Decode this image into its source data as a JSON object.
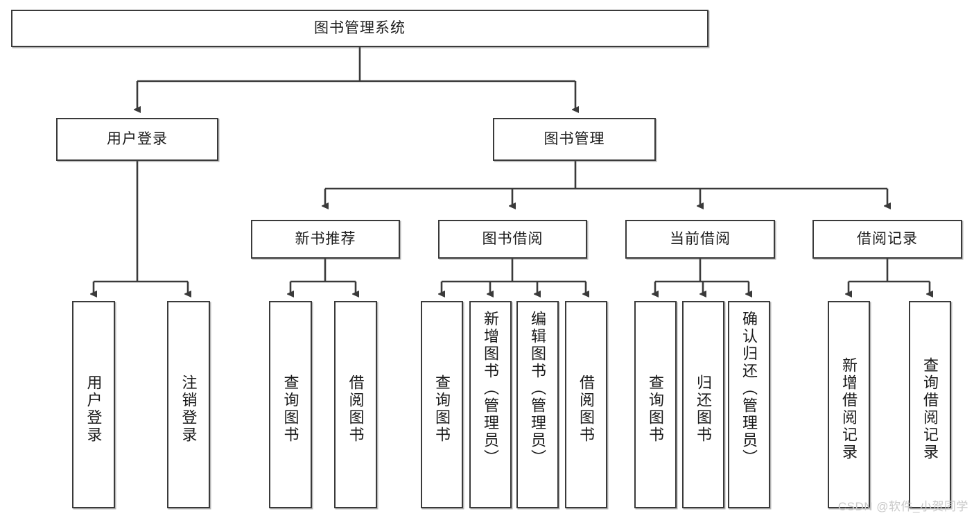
{
  "diagram": {
    "type": "tree",
    "title": "图书管理系统",
    "watermark": "CSDN @软件_小贺同学",
    "colors": {
      "border": "#3a3a3a",
      "text": "#1a1a1a",
      "background": "#ffffff",
      "connector": "#3a3a3a",
      "watermark": "#c9c9c9"
    },
    "nodes": {
      "root": {
        "label": "图书管理系统"
      },
      "level1": [
        {
          "label": "用户登录"
        },
        {
          "label": "图书管理"
        }
      ],
      "level2": [
        {
          "label": "新书推荐"
        },
        {
          "label": "图书借阅"
        },
        {
          "label": "当前借阅"
        },
        {
          "label": "借阅记录"
        }
      ],
      "leaves": {
        "user_login": [
          {
            "label": "用户登录"
          },
          {
            "label": "注销登录"
          }
        ],
        "new_book_recommend": [
          {
            "label": "查询图书"
          },
          {
            "label": "借阅图书"
          }
        ],
        "book_borrow": [
          {
            "label": "查询图书"
          },
          {
            "label": "新增图书（管理员）"
          },
          {
            "label": "编辑图书（管理员）"
          },
          {
            "label": "借阅图书"
          }
        ],
        "current_borrow": [
          {
            "label": "查询图书"
          },
          {
            "label": "归还图书"
          },
          {
            "label": "确认归还（管理员）"
          }
        ],
        "borrow_record": [
          {
            "label": "新增借阅记录"
          },
          {
            "label": "查询借阅记录"
          }
        ]
      }
    }
  }
}
